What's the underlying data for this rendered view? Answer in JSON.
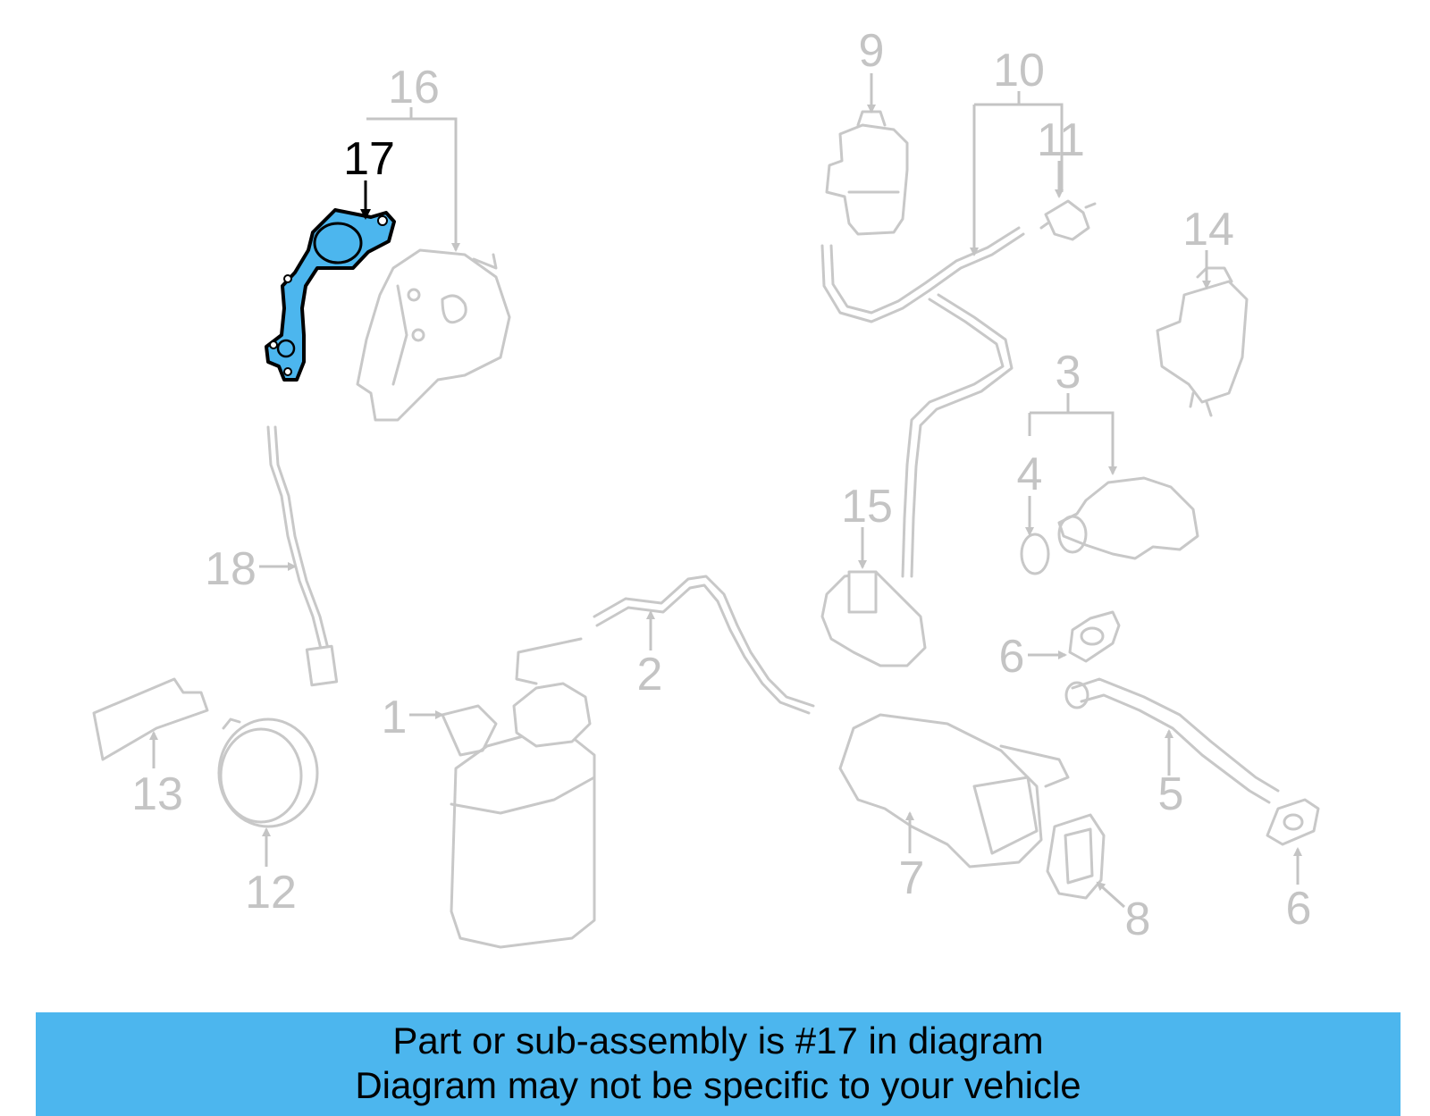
{
  "highlighted_part": "17",
  "callouts": [
    {
      "id": "callout-1",
      "label": "1"
    },
    {
      "id": "callout-2",
      "label": "2"
    },
    {
      "id": "callout-3",
      "label": "3"
    },
    {
      "id": "callout-4",
      "label": "4"
    },
    {
      "id": "callout-5",
      "label": "5"
    },
    {
      "id": "callout-6a",
      "label": "6"
    },
    {
      "id": "callout-6b",
      "label": "6"
    },
    {
      "id": "callout-7",
      "label": "7"
    },
    {
      "id": "callout-8",
      "label": "8"
    },
    {
      "id": "callout-9",
      "label": "9"
    },
    {
      "id": "callout-10",
      "label": "10"
    },
    {
      "id": "callout-11",
      "label": "11"
    },
    {
      "id": "callout-12",
      "label": "12"
    },
    {
      "id": "callout-13",
      "label": "13"
    },
    {
      "id": "callout-14",
      "label": "14"
    },
    {
      "id": "callout-15",
      "label": "15"
    },
    {
      "id": "callout-16",
      "label": "16"
    },
    {
      "id": "callout-17",
      "label": "17"
    },
    {
      "id": "callout-18",
      "label": "18"
    }
  ],
  "banner": {
    "line1": "Part or sub-assembly is #17 in diagram",
    "line2": "Diagram may not be specific to your vehicle"
  },
  "colors": {
    "highlight": "#4cb6ee",
    "ghost_lines": "#c8c8c8",
    "banner_bg": "#4cb6ee"
  }
}
